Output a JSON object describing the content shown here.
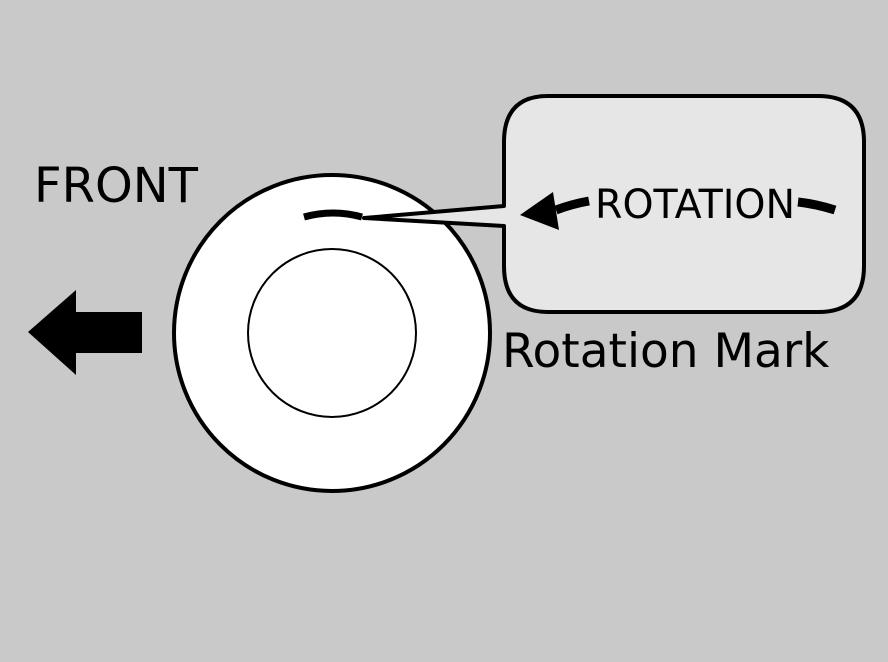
{
  "diagram": {
    "front_label": "FRONT",
    "rotation_mark_label": "Rotation Mark",
    "callout_text": "ROTATION",
    "colors": {
      "background": "#c9c9c9",
      "callout_fill": "#e6e6e6",
      "tire_fill": "#ffffff",
      "ink": "#000000"
    },
    "icons": {
      "front_arrow": "arrow-left-icon",
      "rotation_arrow": "arrow-left-icon"
    }
  }
}
